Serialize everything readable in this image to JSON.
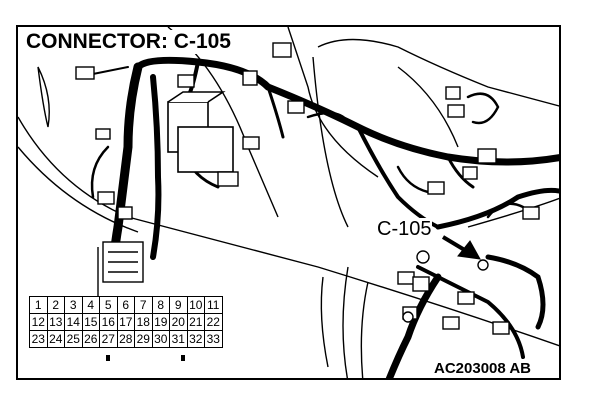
{
  "title": "CONNECTOR: C-105",
  "callout_label": "C-105",
  "figure_code": "AC203008 AB",
  "pin_rows": [
    [
      "1",
      "2",
      "3",
      "4",
      "5",
      "6",
      "7",
      "8",
      "9",
      "10",
      "11"
    ],
    [
      "12",
      "13",
      "14",
      "15",
      "16",
      "17",
      "18",
      "19",
      "20",
      "21",
      "22"
    ],
    [
      "23",
      "24",
      "25",
      "26",
      "27",
      "28",
      "29",
      "30",
      "31",
      "32",
      "33"
    ]
  ],
  "colors": {
    "ink": "#000000",
    "paper": "#ffffff"
  }
}
